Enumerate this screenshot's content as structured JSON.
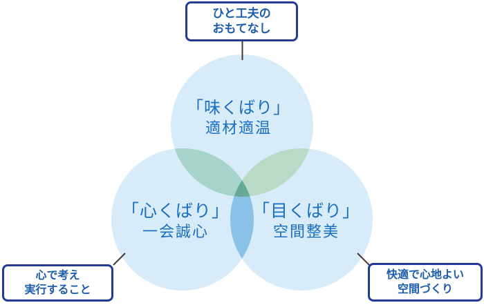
{
  "diagram": {
    "callouts": {
      "top": {
        "lines": [
          "ひと工夫の",
          "おもてなし"
        ]
      },
      "bottom_left": {
        "lines": [
          "心で考え",
          "実行すること"
        ]
      },
      "bottom_right": {
        "lines": [
          "快適で心地よい",
          "空間づくり"
        ]
      }
    },
    "circles": {
      "top": {
        "title": "「味くばり」",
        "subtitle": "適材適温"
      },
      "left": {
        "title": "「心くばり」",
        "subtitle": "一会誠心"
      },
      "right": {
        "title": "「目くばり」",
        "subtitle": "空間整美"
      }
    },
    "colors": {
      "circle_fill": "#d7ebf8",
      "overlap_top_left": "#a6d3ca",
      "overlap_top_right": "#b8dac7",
      "overlap_bottom": "#8ac1e6",
      "overlap_center": "#65a996",
      "callout_border": "#233a99",
      "callout_text": "#1c5cab",
      "circle_text": "#1a6fc0",
      "connector": "#413734"
    }
  }
}
